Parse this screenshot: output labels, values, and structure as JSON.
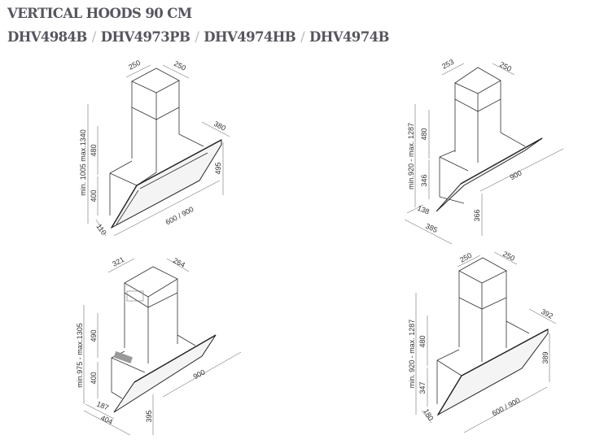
{
  "header": {
    "title": "VERTICAL HOODS 90 CM",
    "models": [
      "DHV4984B",
      "DHV4973PB",
      "DHV4974HB",
      "DHV4974B"
    ],
    "separator": "/"
  },
  "drawings": [
    {
      "dims": {
        "chimney_width": "250",
        "chimney_depth": "250",
        "total_height": "min. 1005 max.1340",
        "chimney_height": "480",
        "body_height": "400",
        "depth": "380",
        "glass_height": "495",
        "width": "600 / 900",
        "bottom_offset": "110"
      }
    },
    {
      "dims": {
        "chimney_width": "253",
        "chimney_depth": "250",
        "total_height": "min.920 - max. 1287",
        "chimney_height": "480",
        "body_height": "346",
        "bottom_offset": "138",
        "depth": "385",
        "width": "900",
        "glass_height": "366"
      }
    },
    {
      "dims": {
        "chimney_width": "321",
        "chimney_depth": "264",
        "total_height": "min.975 - max.1305",
        "chimney_height": "490",
        "body_height": "400",
        "bottom_offset": "187",
        "depth": "404",
        "width": "900",
        "glass_height": "395"
      }
    },
    {
      "dims": {
        "chimney_width": "250",
        "chimney_depth": "250",
        "total_height": "min. 920 - max. 1287",
        "chimney_height": "480",
        "body_height": "347",
        "bottom_offset": "180",
        "depth": "392",
        "glass_height": "389",
        "width": "600 / 900"
      }
    }
  ]
}
